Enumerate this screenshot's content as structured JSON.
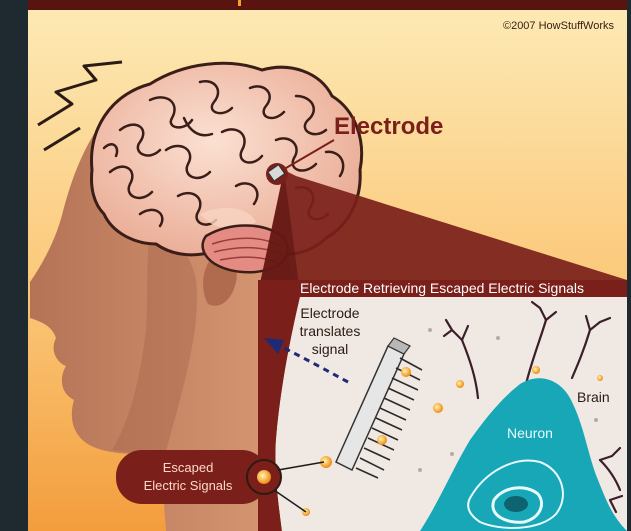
{
  "credit": "©2007 HowStuffWorks",
  "labels": {
    "electrode": "Electrode",
    "banner": "Electrode Retrieving Escaped Electric Signals",
    "translates": [
      "Electrode",
      "translates",
      "signal"
    ],
    "brain": "Brain",
    "neuron": "Neuron",
    "escaped": [
      "Escaped",
      "Electric Signals"
    ]
  },
  "colors": {
    "frame": "#1f2a30",
    "background_top": "#fde5a8",
    "background_bottom": "#f5a447",
    "head": "#c88462",
    "brain": "#f4c9b4",
    "cerebellum": "#e8948a",
    "accent": "#7a1f1a",
    "neuron": "#17a7b6",
    "signal_dot": "#f39a1a"
  }
}
